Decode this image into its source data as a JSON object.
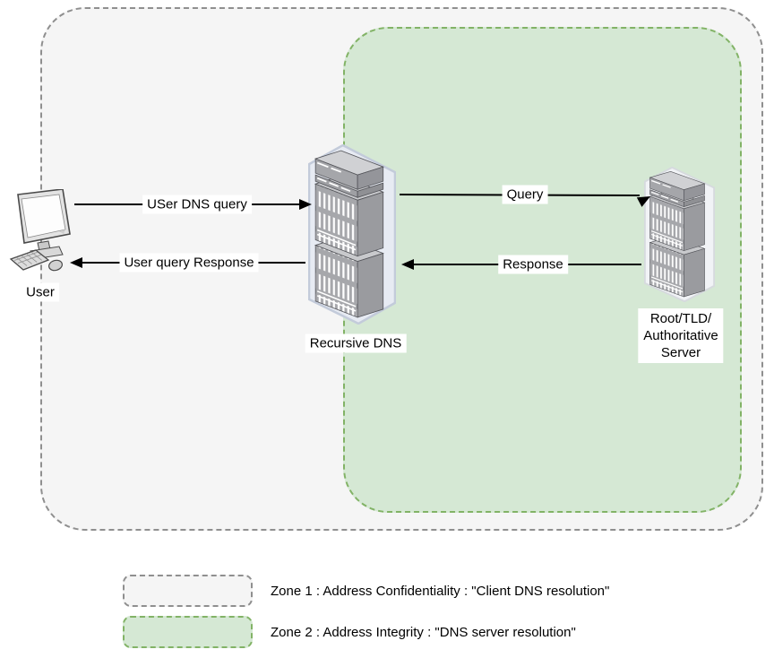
{
  "diagram": {
    "zone1": {
      "name": "Zone 1",
      "fill": "#f5f5f5",
      "border_color": "#8f8f8f"
    },
    "zone2": {
      "name": "Zone 2",
      "fill": "#d5e8d4",
      "border_color": "#82b366"
    },
    "nodes": {
      "user": {
        "label": "User",
        "icon": "desktop-computer-icon"
      },
      "recursive_dns": {
        "label": "Recursive DNS",
        "icon": "rack-server-icon"
      },
      "root_server": {
        "label_lines": [
          "Root/TLD/",
          "Authoritative",
          "Server"
        ],
        "icon": "rack-server-icon"
      }
    },
    "arrows": [
      {
        "id": "user-dns-query",
        "label": "USer DNS query",
        "direction": "right",
        "from": "user",
        "to": "recursive_dns"
      },
      {
        "id": "user-query-response",
        "label": "User query Response",
        "direction": "left",
        "from": "recursive_dns",
        "to": "user"
      },
      {
        "id": "query",
        "label": "Query",
        "direction": "right",
        "from": "recursive_dns",
        "to": "root_server"
      },
      {
        "id": "response",
        "label": "Response",
        "direction": "left",
        "from": "root_server",
        "to": "recursive_dns"
      }
    ]
  },
  "legend": {
    "items": [
      {
        "zone": "Zone 1",
        "label": "Zone 1 :  Address Confidentiality : \"Client DNS resolution\"",
        "fill": "#f5f5f5",
        "border_color": "#8f8f8f"
      },
      {
        "zone": "Zone 2",
        "label": "Zone 2 :  Address Integrity : \"DNS server resolution\"",
        "fill": "#d5e8d4",
        "border_color": "#82b366"
      }
    ]
  }
}
